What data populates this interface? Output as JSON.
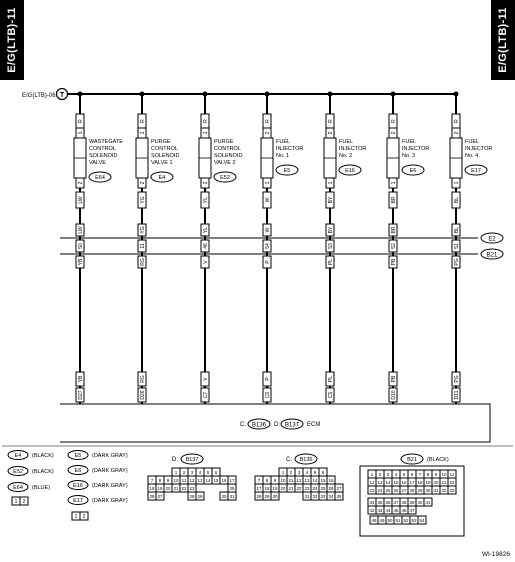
{
  "header": {
    "tab_left": "E/G(LTB)-11",
    "tab_right": "E/G(LTB)-11"
  },
  "bus": {
    "from_label": "E/G(LTB)-06",
    "marker": "T"
  },
  "components": [
    {
      "name_lines": [
        "WASTEGATE",
        "CONTROL",
        "SOLENOID",
        "VALVE"
      ],
      "connector": "E64",
      "pin_top": "1",
      "pin_top_color": "R",
      "pin_bot": "2",
      "pin_bot_color": "LW",
      "wire_top": "LW",
      "wire_top_pin": "50",
      "wire_mid": "YB",
      "wire_mid_pin": "51",
      "ecm_wire": "YB",
      "ecm_pin": "D27"
    },
    {
      "name_lines": [
        "PURGE",
        "CONTROL",
        "SOLENOID",
        "VALVE 1"
      ],
      "connector": "E4",
      "pin_top": "1",
      "pin_top_color": "R",
      "pin_bot": "2",
      "pin_bot_color": "YG",
      "wire_top": "YG",
      "wire_top_pin": "11",
      "wire_mid": "RG",
      "wire_mid_pin": "11",
      "ecm_wire": "RG",
      "ecm_pin": "D26"
    },
    {
      "name_lines": [
        "PURGE",
        "CONTROL",
        "SOLENOID",
        "VALVE 2"
      ],
      "connector": "E52",
      "pin_top": "1",
      "pin_top_color": "R",
      "pin_bot": "2",
      "pin_bot_color": "YL",
      "wire_top": "YL",
      "wire_top_pin": "46",
      "wire_mid": "V",
      "wire_mid_pin": "46",
      "ecm_wire": "V",
      "ecm_pin": "C7"
    },
    {
      "name_lines": [
        "FUEL",
        "INJECTOR",
        "No. 1"
      ],
      "connector": "E5",
      "pin_top": "2",
      "pin_top_color": "R",
      "pin_bot": "1",
      "pin_bot_color": "W",
      "wire_top": "W",
      "wire_top_pin": "54",
      "wire_mid": "P",
      "wire_mid_pin": "54",
      "ecm_wire": "P",
      "ecm_pin": "C6"
    },
    {
      "name_lines": [
        "FUEL",
        "INJECTOR",
        "No. 2"
      ],
      "connector": "E16",
      "pin_top": "2",
      "pin_top_color": "R",
      "pin_bot": "1",
      "pin_bot_color": "BY",
      "wire_top": "BY",
      "wire_top_pin": "53",
      "wire_mid": "PL",
      "wire_mid_pin": "53",
      "ecm_wire": "PL",
      "ecm_pin": "C5"
    },
    {
      "name_lines": [
        "FUEL",
        "INJECTOR",
        "No. 3"
      ],
      "connector": "E6",
      "pin_top": "2",
      "pin_top_color": "R",
      "pin_bot": "1",
      "pin_bot_color": "BR",
      "wire_top": "BR",
      "wire_top_pin": "52",
      "wire_mid": "PB",
      "wire_mid_pin": "52",
      "ecm_wire": "PB",
      "ecm_pin": "D10"
    },
    {
      "name_lines": [
        "FUEL",
        "INJECTOR",
        "No. 4"
      ],
      "connector": "E17",
      "pin_top": "2",
      "pin_top_color": "R",
      "pin_bot": "1",
      "pin_bot_color": "BL",
      "wire_top": "BL",
      "wire_top_pin": "51",
      "wire_mid": "PG",
      "wire_mid_pin": "51",
      "ecm_wire": "PG",
      "ecm_pin": "D11"
    }
  ],
  "harness_connectors": [
    "E2",
    "B21"
  ],
  "ecm": {
    "c_label": "C:",
    "c_conn": "B136",
    "d_label": "D:",
    "d_conn": "B137",
    "name": "ECM"
  },
  "legend": {
    "col1": [
      {
        "id": "E4",
        "desc": "(BLACK)"
      },
      {
        "id": "E52",
        "desc": "(BLACK)"
      },
      {
        "id": "E64",
        "desc": "(BLUE)"
      }
    ],
    "col2": [
      {
        "id": "E5",
        "desc": "(DARK GRAY)"
      },
      {
        "id": "E6",
        "desc": "(DARK GRAY)"
      },
      {
        "id": "E16",
        "desc": "(DARK GRAY)"
      },
      {
        "id": "E17",
        "desc": "(DARK GRAY)"
      }
    ],
    "small_pins": [
      "1",
      "2"
    ],
    "d_conn": {
      "prefix": "D:",
      "id": "B137"
    },
    "c_conn": {
      "prefix": "C:",
      "id": "B136"
    },
    "b21": {
      "id": "B21",
      "desc": "(BLACK)"
    },
    "d_grid": [
      [
        "",
        "",
        "",
        "1",
        "2",
        "3",
        "4",
        "5",
        "6"
      ],
      [
        "7",
        "8",
        "9",
        "10",
        "11",
        "12",
        "13",
        "14",
        "15",
        "16",
        "17"
      ],
      [
        "18",
        "19",
        "20",
        "21",
        "22",
        "23",
        "",
        "",
        "",
        "",
        "25"
      ],
      [
        "26",
        "27",
        "",
        "",
        "",
        "28",
        "29",
        "",
        "",
        "30",
        "31"
      ]
    ],
    "c_grid": [
      [
        "",
        "",
        "",
        "1",
        "2",
        "3",
        "4",
        "5",
        "6"
      ],
      [
        "7",
        "8",
        "9",
        "10",
        "11",
        "12",
        "13",
        "14",
        "15",
        "16"
      ],
      [
        "17",
        "18",
        "19",
        "20",
        "21",
        "22",
        "23",
        "24",
        "25",
        "26",
        "27"
      ],
      [
        "28",
        "29",
        "30",
        "",
        "",
        "",
        "31",
        "32",
        "33",
        "34",
        "35"
      ]
    ],
    "b21_grid": [
      [
        "1",
        "2",
        "3",
        "4",
        "5",
        "6",
        "7",
        "8",
        "9",
        "10",
        "11"
      ],
      [
        "12",
        "13",
        "14",
        "15",
        "16",
        "17",
        "18",
        "19",
        "20",
        "21",
        "22"
      ],
      [
        "23",
        "24",
        "25",
        "26",
        "27",
        "28",
        "29",
        "30",
        "31",
        "32",
        "33"
      ],
      [
        "34",
        "35",
        "36",
        "37",
        "38",
        "39",
        "40",
        "41"
      ],
      [
        "42",
        "43",
        "44",
        "45",
        "46",
        "47"
      ],
      [
        "48",
        "49",
        "50",
        "51",
        "52",
        "53",
        "54"
      ]
    ]
  },
  "figure_id": "WI-19826"
}
